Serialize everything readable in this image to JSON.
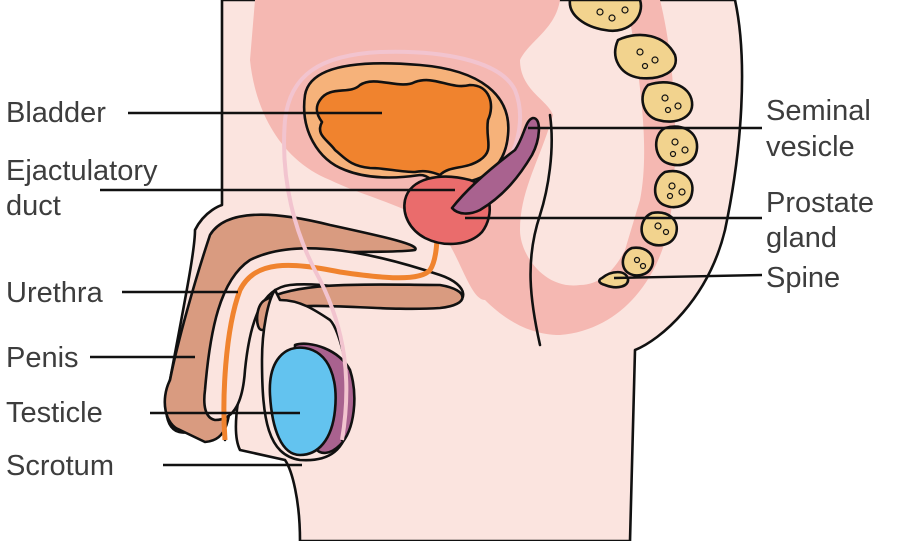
{
  "labels": {
    "bladder": "Bladder",
    "ejaculatory_duct_line1": "Ejactulatory",
    "ejaculatory_duct_line2": "duct",
    "urethra": "Urethra",
    "penis": "Penis",
    "testicle": "Testicle",
    "scrotum": "Scrotum",
    "seminal_vesicle_line1": "Seminal",
    "seminal_vesicle_line2": "vesicle",
    "prostate_line1": "Prostate",
    "prostate_line2": "gland",
    "spine": "Spine"
  },
  "colors": {
    "body": "#fbe4df",
    "pelvis": "#f5b8b2",
    "bladder": "#f0832e",
    "bladder_outer": "#f6b27a",
    "prostate": "#ea6c6c",
    "vas_deferens": "#a9628f",
    "vas_inner": "#f2c4cf",
    "urethra": "#f0832e",
    "penis": "#d99b80",
    "testicle": "#63c3ef",
    "epididymis": "#a9628f",
    "spine": "#f2d38e"
  }
}
